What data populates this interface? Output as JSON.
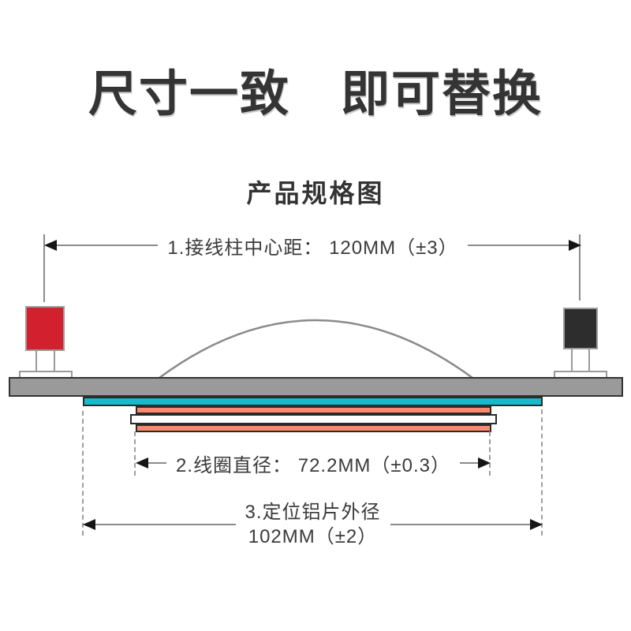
{
  "header": {
    "title": "尺寸一致　即可替换",
    "subtitle": "产品规格图"
  },
  "dimensions": {
    "dim1": {
      "label": "1.接线柱中心距： 120MM（±3）"
    },
    "dim2": {
      "label": "2.线圈直径： 72.2MM（±0.3）"
    },
    "dim3": {
      "line1": "3.定位铝片外径",
      "line2": "102MM（±2）"
    }
  },
  "parts": {
    "left_terminal": "red-terminal-post",
    "right_terminal": "black-terminal-post",
    "plate": "mounting-plate",
    "dome": "diaphragm-dome",
    "aluminum_sheet": "positioning-aluminum-sheet",
    "voice_coil": "voice-coil"
  },
  "colors": {
    "terminal_left": "#d2202f",
    "terminal_right": "#2d2d2d",
    "plate": "#9a9a9a",
    "aluminum_sheet": "#12bccd",
    "voice_coil": "#fb8a70",
    "dimension_line": "#8c8c8c",
    "text": "#3a3a3a"
  }
}
